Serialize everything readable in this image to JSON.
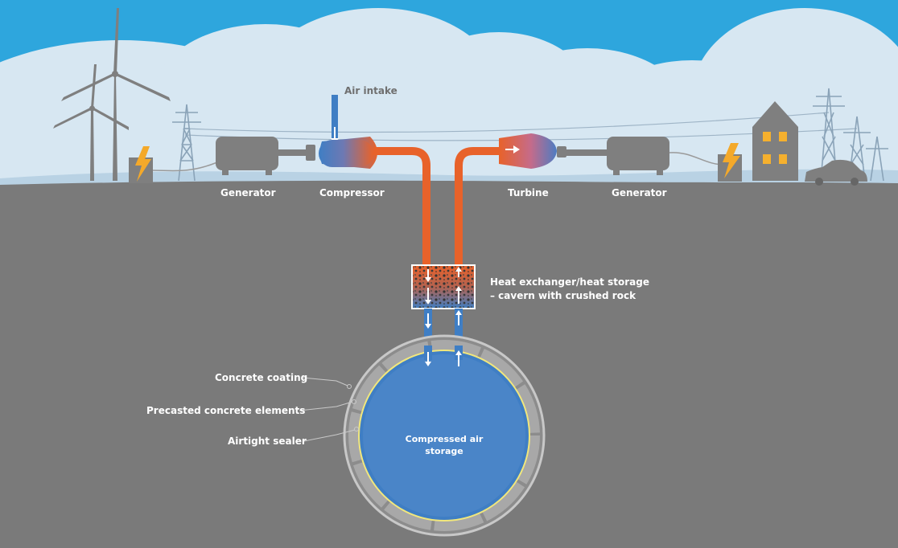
{
  "labels": {
    "air_intake": "Air intake",
    "generator_left": "Generator",
    "compressor": "Compressor",
    "turbine": "Turbine",
    "generator_right": "Generator",
    "heat_exchanger_line1": "Heat exchanger/heat storage",
    "heat_exchanger_line2": "– cavern with crushed rock",
    "concrete_coating": "Concrete coating",
    "precast_elements": "Precasted concrete elements",
    "airtight_sealer": "Airtight sealer",
    "storage_line1": "Compressed air",
    "storage_line2": "storage"
  },
  "colors": {
    "sky": "#2ea6dd",
    "cloud": "#d7e7f2",
    "ground": "#7a7a7a",
    "machine": "#7f7f7f",
    "hot_pipe": "#e8622a",
    "cold_pipe": "#3f7ec4",
    "storage": "#4a85c8",
    "sealer": "#f1e77c",
    "window": "#f5b02e",
    "bolt": "#f4a92a"
  },
  "icons": [
    "wind-turbine-icon",
    "power-pylon-icon",
    "lightning-bolt-icon",
    "house-icon",
    "car-icon"
  ]
}
